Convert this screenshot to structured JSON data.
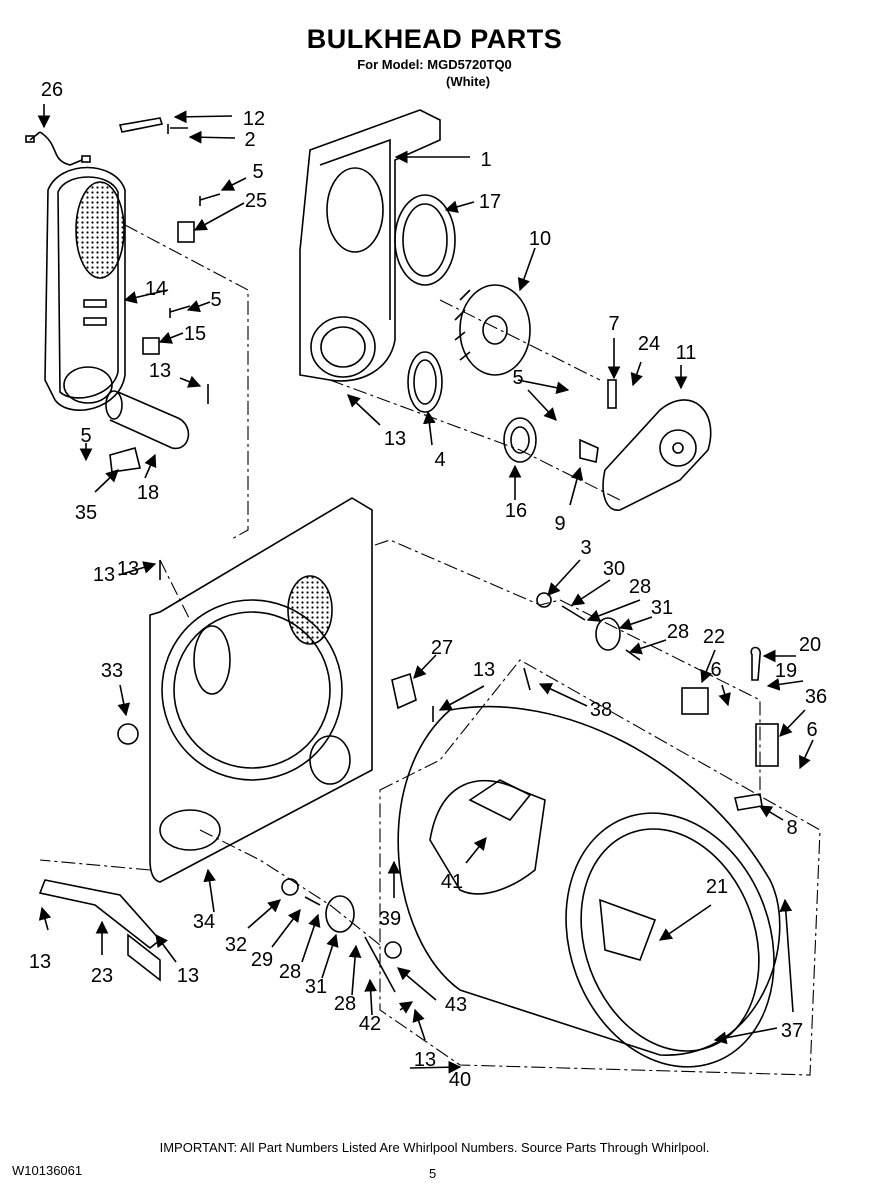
{
  "header": {
    "title": "BULKHEAD PARTS",
    "model_line": "For Model: MGD5720TQ0",
    "color_line": "(White)"
  },
  "callouts": [
    "1",
    "2",
    "3",
    "4",
    "5",
    "5",
    "5",
    "5",
    "6",
    "6",
    "7",
    "8",
    "9",
    "10",
    "11",
    "12",
    "13",
    "13",
    "13",
    "13",
    "13",
    "13",
    "13",
    "13",
    "14",
    "15",
    "16",
    "17",
    "18",
    "19",
    "20",
    "21",
    "22",
    "23",
    "24",
    "25",
    "26",
    "27",
    "28",
    "28",
    "28",
    "28",
    "29",
    "30",
    "31",
    "31",
    "32",
    "33",
    "34",
    "35",
    "36",
    "37",
    "38",
    "39",
    "40",
    "41",
    "42",
    "43"
  ],
  "footer": {
    "note": "IMPORTANT: All Part Numbers Listed Are Whirlpool Numbers. Source Parts Through Whirlpool.",
    "doc_id": "W10136061",
    "page_number": "5"
  }
}
